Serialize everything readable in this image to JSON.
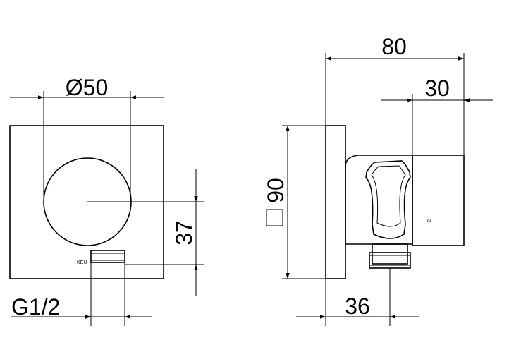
{
  "front_view": {
    "diameter_label": "Ø50",
    "height_label": "37",
    "thread_label": "G1/2",
    "brand_mark": "KEU"
  },
  "side_view": {
    "depth_label": "80",
    "handle_label": "30",
    "square_label": "90",
    "outlet_label": "36",
    "marking": "2"
  }
}
